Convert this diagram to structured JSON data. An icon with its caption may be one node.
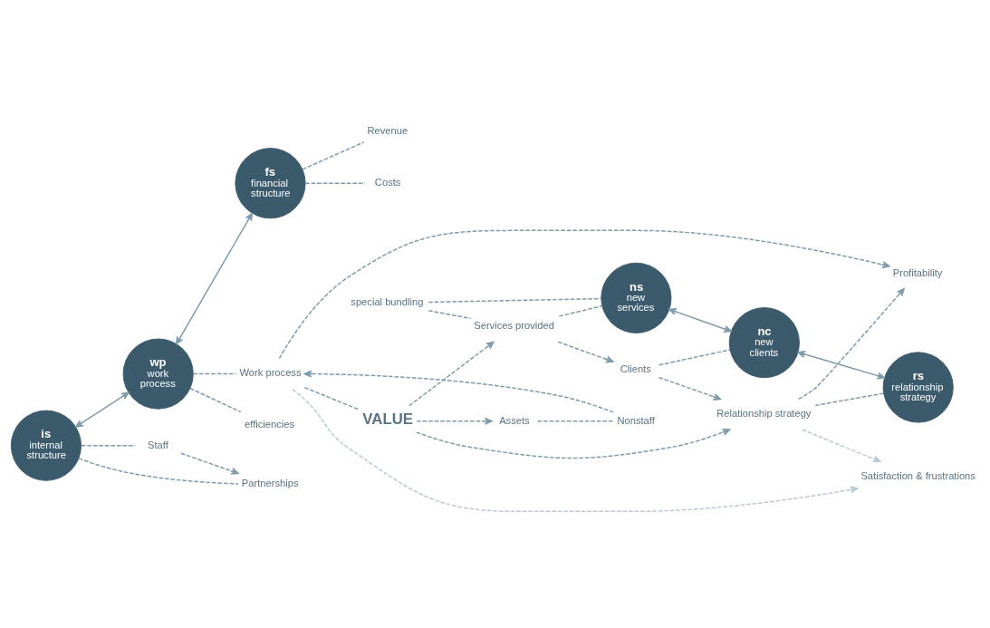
{
  "diagram": {
    "nodes": [
      {
        "text": [
          "is",
          "internal structure"
        ]
      },
      {
        "text": [
          "wp",
          "work process"
        ]
      },
      {
        "text": [
          "fs",
          "financial structure"
        ]
      },
      {
        "text": [
          "ns",
          "new services"
        ]
      },
      {
        "text": [
          "nc",
          "new clients"
        ]
      },
      {
        "text": [
          "rs",
          "relationship strategy"
        ]
      },
      {
        "text": [
          "Assets"
        ]
      },
      {
        "text": [
          "Nonstaff"
        ]
      },
      {
        "text": [
          "Staff"
        ]
      },
      {
        "text": [
          "Partnerships"
        ]
      },
      {
        "text": [
          "Work process"
        ]
      },
      {
        "text": [
          "efficiencies"
        ]
      },
      {
        "text": [
          "VALUE"
        ]
      },
      {
        "text": [
          "Services provided"
        ]
      },
      {
        "text": [
          "special bundling"
        ]
      },
      {
        "text": [
          "Clients"
        ]
      },
      {
        "text": [
          "Relationship strategy"
        ]
      },
      {
        "text": [
          "Costs"
        ]
      },
      {
        "text": [
          "Profitability"
        ]
      },
      {
        "text": [
          "Revenue"
        ]
      },
      {
        "text": [
          "Satisfaction & frustrations"
        ]
      }
    ],
    "edges": [
      {
        "from": 12,
        "to": 6,
        "arrow": "to",
        "style": "dashed"
      },
      {
        "from": 6,
        "to": 7,
        "arrow": "none",
        "style": "dashed"
      },
      {
        "from": 7,
        "to": 10,
        "arrow": "to",
        "style": "dashed"
      },
      {
        "from": 8,
        "to": 9,
        "arrow": "to",
        "style": "dashed"
      },
      {
        "from": 10,
        "to": 12,
        "arrow": "none",
        "style": "dashed"
      },
      {
        "from": 12,
        "to": 13,
        "arrow": "to",
        "style": "dashed"
      },
      {
        "from": 12,
        "to": 16,
        "arrow": "to",
        "style": "dashed"
      },
      {
        "from": 13,
        "to": 15,
        "arrow": "to",
        "style": "dashed"
      },
      {
        "from": 15,
        "to": 16,
        "arrow": "to",
        "style": "dashed"
      },
      {
        "from": 10,
        "to": 18,
        "arrow": "to",
        "style": "dashed"
      },
      {
        "from": 16,
        "to": 18,
        "arrow": "to",
        "style": "dashed"
      },
      {
        "from": 10,
        "to": 20,
        "arrow": "to",
        "style": "dashed",
        "color": "#b8cad4"
      },
      {
        "from": 16,
        "to": 20,
        "arrow": "to",
        "style": "dashed",
        "color": "#b8cad4"
      },
      {
        "from": 0,
        "to": 1,
        "arrow": "both"
      },
      {
        "from": 1,
        "to": 2,
        "arrow": "both"
      },
      {
        "from": 3,
        "to": 4,
        "arrow": "both"
      },
      {
        "from": 4,
        "to": 5,
        "arrow": "both"
      },
      {
        "from": 0,
        "to": 9,
        "arrow": "none",
        "style": "dashed"
      },
      {
        "from": 0,
        "to": 8,
        "arrow": "none",
        "style": "dashed"
      },
      {
        "from": 1,
        "to": 11,
        "arrow": "none",
        "style": "dashed"
      },
      {
        "from": 1,
        "to": 10,
        "arrow": "none",
        "style": "dashed"
      },
      {
        "from": 2,
        "to": 17,
        "arrow": "none",
        "style": "dashed"
      },
      {
        "from": 2,
        "to": 19,
        "arrow": "none",
        "style": "dashed"
      },
      {
        "from": 13,
        "to": 3,
        "arrow": "none",
        "style": "dashed"
      },
      {
        "from": 14,
        "to": 13,
        "arrow": "none",
        "style": "dashed"
      },
      {
        "from": 14,
        "to": 3,
        "arrow": "none",
        "style": "dashed"
      },
      {
        "from": 15,
        "to": 4,
        "arrow": "none",
        "style": "dashed"
      },
      {
        "from": 16,
        "to": 5,
        "arrow": "none",
        "style": "dashed"
      }
    ]
  }
}
